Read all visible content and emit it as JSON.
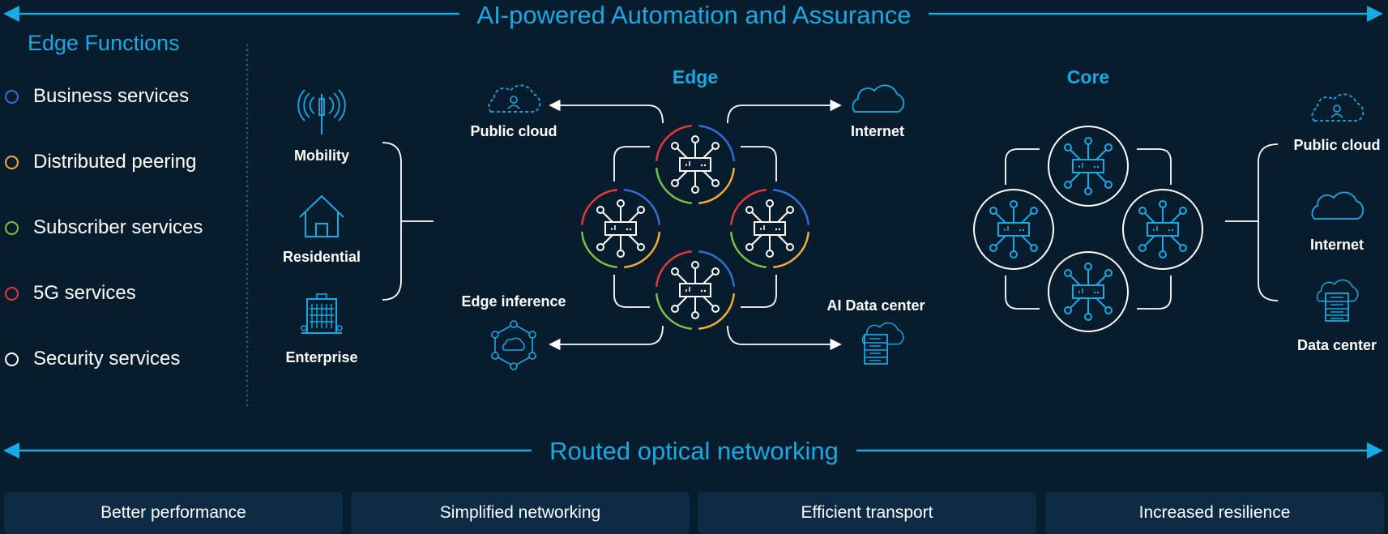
{
  "top_banner": "AI-powered Automation and Assurance",
  "middle_banner": "Routed optical networking",
  "edge_functions": {
    "title": "Edge Functions",
    "items": [
      {
        "label": "Business services",
        "color": "#2f6fd6"
      },
      {
        "label": "Distributed peering",
        "color": "#f2b03a"
      },
      {
        "label": "Subscriber services",
        "color": "#7cc144"
      },
      {
        "label": "5G services",
        "color": "#e0393e"
      },
      {
        "label": "Security services",
        "color": "#ffffff"
      }
    ]
  },
  "access": {
    "mobility": "Mobility",
    "residential": "Residential",
    "enterprise": "Enterprise"
  },
  "edge": {
    "title": "Edge",
    "public_cloud": "Public cloud",
    "internet": "Internet",
    "edge_inference": "Edge inference",
    "ai_data_center": "AI Data center"
  },
  "core": {
    "title": "Core",
    "public_cloud": "Public cloud",
    "internet": "Internet",
    "data_center": "Data center"
  },
  "benefits": [
    "Better performance",
    "Simplified networking",
    "Efficient transport",
    "Increased resilience"
  ],
  "colors": {
    "background": "#071c2c",
    "accent": "#19a9e3",
    "ring_blue": "#2f6fd6",
    "ring_yellow": "#f2b03a",
    "ring_green": "#7cc144",
    "ring_red": "#e0393e",
    "pill": "#0d2b44"
  }
}
